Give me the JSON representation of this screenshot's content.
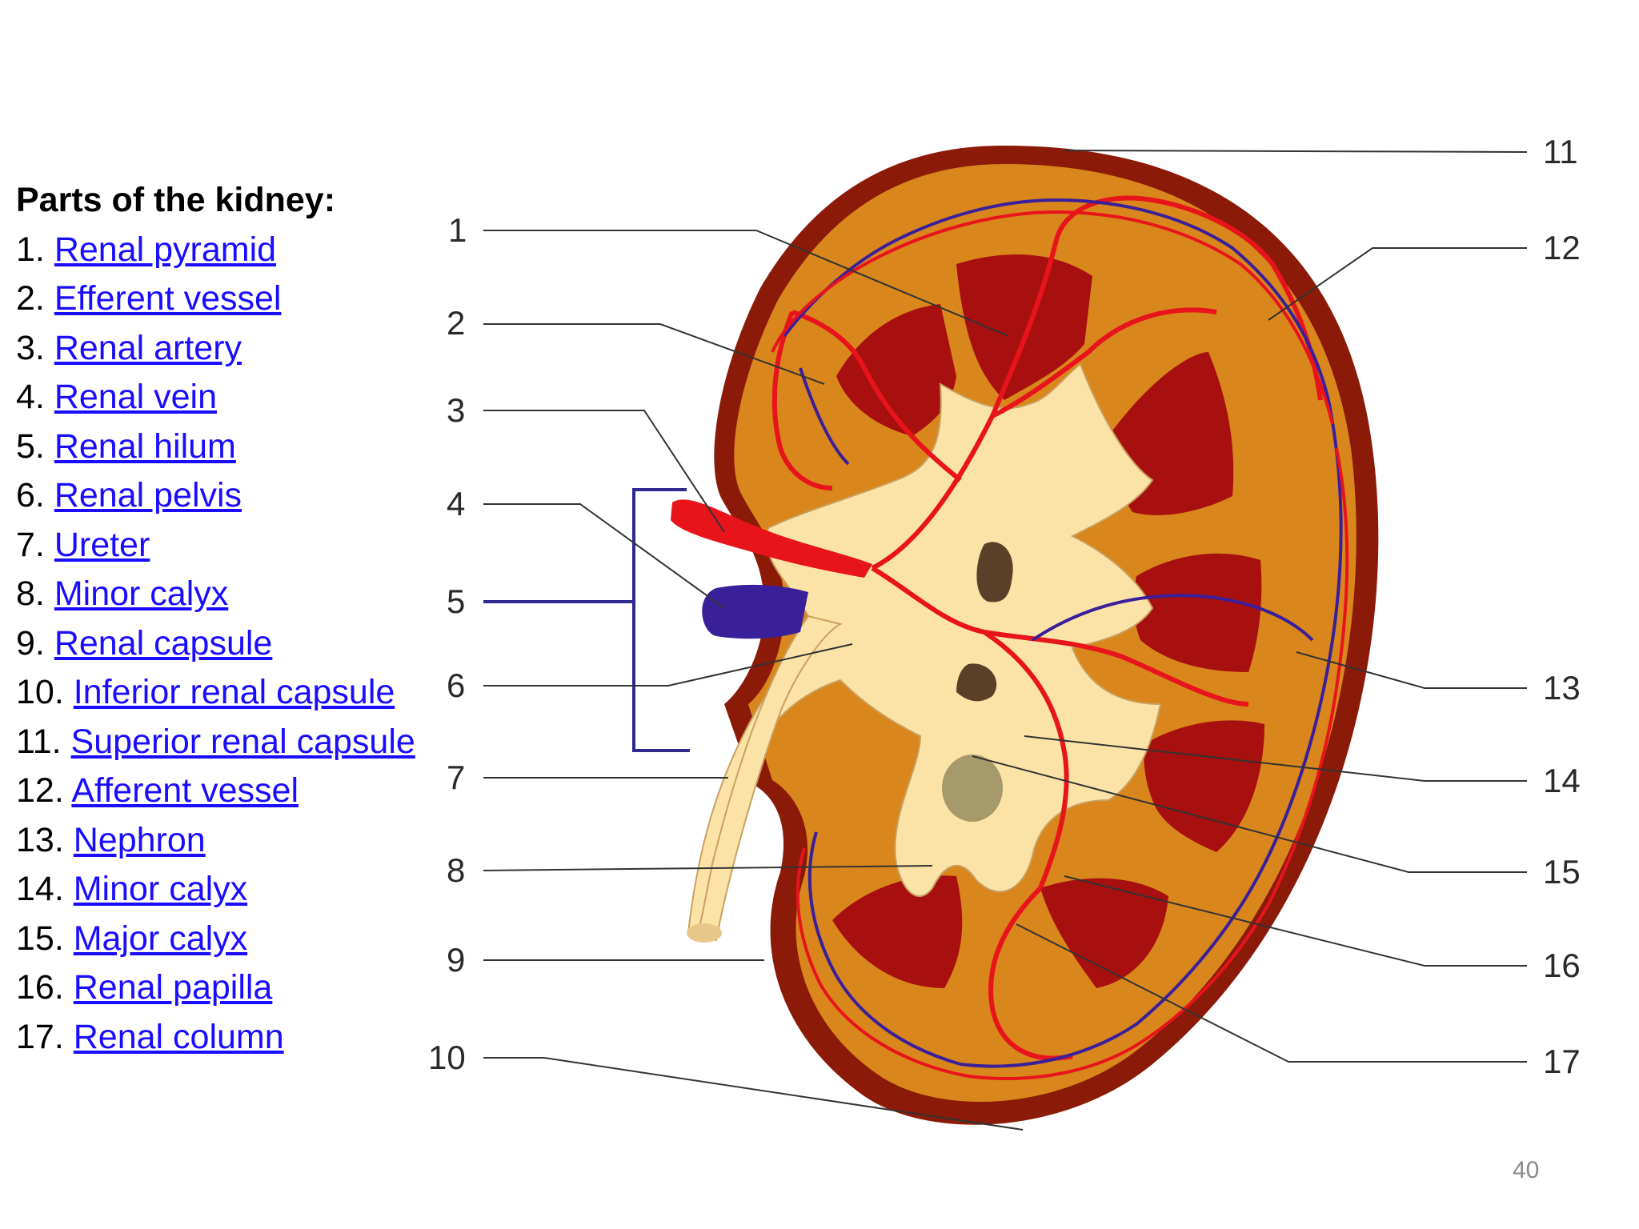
{
  "legend": {
    "heading": "Parts of the kidney:",
    "items": [
      {
        "num": "1.",
        "label": "Renal pyramid"
      },
      {
        "num": "2.",
        "label": "Efferent vessel"
      },
      {
        "num": "3.",
        "label": "Renal artery"
      },
      {
        "num": "4.",
        "label": "Renal vein"
      },
      {
        "num": "5.",
        "label": "Renal hilum"
      },
      {
        "num": "6.",
        "label": "Renal pelvis"
      },
      {
        "num": "7.",
        "label": "Ureter"
      },
      {
        "num": "8.",
        "label": "Minor calyx"
      },
      {
        "num": "9.",
        "label": "Renal capsule"
      },
      {
        "num": "10.",
        "label": "Inferior renal capsule"
      },
      {
        "num": "11.",
        "label": "Superior renal capsule"
      },
      {
        "num": "12.",
        "label": "Afferent vessel"
      },
      {
        "num": "13.",
        "label": "Nephron"
      },
      {
        "num": "14.",
        "label": "Minor calyx"
      },
      {
        "num": "15.",
        "label": "Major calyx"
      },
      {
        "num": "16.",
        "label": "Renal papilla"
      },
      {
        "num": "17.",
        "label": "Renal column"
      }
    ]
  },
  "diagram_numbers": {
    "n1": "1",
    "n2": "2",
    "n3": "3",
    "n4": "4",
    "n5": "5",
    "n6": "6",
    "n7": "7",
    "n8": "8",
    "n9": "9",
    "n10": "10",
    "n11": "11",
    "n12": "12",
    "n13": "13",
    "n14": "14",
    "n15": "15",
    "n16": "16",
    "n17": "17"
  },
  "slide_number": "40",
  "colors": {
    "capsule": "#8b1a08",
    "cortex": "#d9861c",
    "pyramid": "#a80f0f",
    "pelvis": "#fbe3a8",
    "artery": "#e8141c",
    "vein": "#3a1f9a",
    "link": "#1a0dff"
  }
}
